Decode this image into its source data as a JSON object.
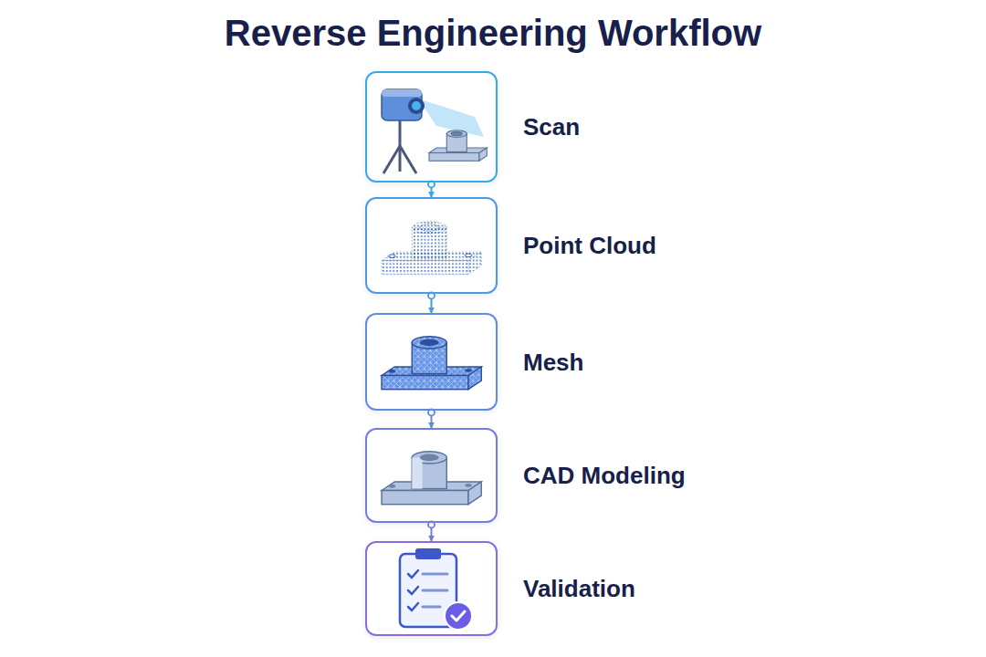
{
  "diagram": {
    "title": "Reverse Engineering Workflow",
    "nodes": [
      {
        "text": [
          "Scan"
        ]
      },
      {
        "text": [
          "Point Cloud"
        ]
      },
      {
        "text": [
          "Mesh"
        ]
      },
      {
        "text": [
          "CAD Modeling"
        ]
      },
      {
        "text": [
          "Validation"
        ]
      }
    ],
    "edges": [
      {
        "from": 0,
        "to": 1,
        "arrow": "to"
      },
      {
        "from": 1,
        "to": 2,
        "arrow": "to"
      },
      {
        "from": 2,
        "to": 3,
        "arrow": "to"
      },
      {
        "from": 3,
        "to": 4,
        "arrow": "to"
      }
    ]
  }
}
